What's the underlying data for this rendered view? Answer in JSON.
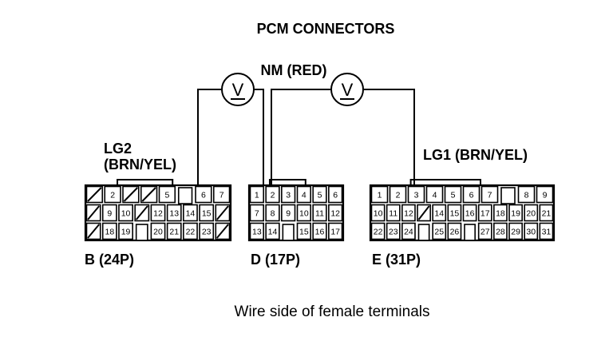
{
  "title": "PCM CONNECTORS",
  "meter_label": "NM (RED)",
  "meter_symbol": "V",
  "lg2": {
    "line1": "LG2",
    "line2": "(BRN/YEL)"
  },
  "lg1": {
    "label": "LG1 (BRN/YEL)"
  },
  "caption": "Wire side of female terminals",
  "connectors": [
    {
      "id": "B",
      "label": "B (24P)",
      "rows": [
        [
          "/",
          "2",
          "/",
          "/",
          "5",
          "",
          "6",
          "7"
        ],
        [
          "/",
          "9",
          "10",
          "/",
          "12",
          "13",
          "14",
          "15",
          "/"
        ],
        [
          "/",
          "18",
          "19",
          "",
          "20",
          "21",
          "22",
          "23",
          "/"
        ]
      ]
    },
    {
      "id": "D",
      "label": "D (17P)",
      "rows": [
        [
          "1",
          "2",
          "3",
          "4",
          "5",
          "6"
        ],
        [
          "7",
          "8",
          "9",
          "10",
          "11",
          "12"
        ],
        [
          "13",
          "14",
          "",
          "15",
          "16",
          "17"
        ]
      ]
    },
    {
      "id": "E",
      "label": "E (31P)",
      "rows": [
        [
          "1",
          "2",
          "3",
          "4",
          "5",
          "6",
          "7",
          "",
          "8",
          "9"
        ],
        [
          "10",
          "11",
          "12",
          "/",
          "14",
          "15",
          "16",
          "17",
          "18",
          "19",
          "20",
          "21"
        ],
        [
          "22",
          "23",
          "24",
          "",
          "25",
          "26",
          "",
          "27",
          "28",
          "29",
          "30",
          "31"
        ]
      ]
    }
  ]
}
